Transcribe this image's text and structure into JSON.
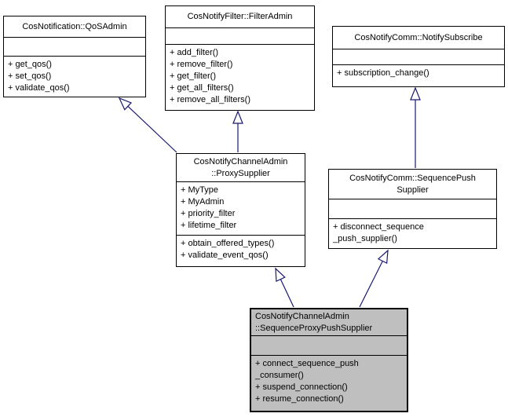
{
  "colors": {
    "background": "#ffffff",
    "box_border": "#000000",
    "box_fill": "#ffffff",
    "highlight_fill": "#bfbfbf",
    "arrow": "#191970",
    "text": "#000000"
  },
  "classes": [
    {
      "id": "qos-admin",
      "title_lines": [
        "CosNotification::QoSAdmin"
      ],
      "attributes": [],
      "methods": [
        "+ get_qos()",
        "+ set_qos()",
        "+ validate_qos()"
      ]
    },
    {
      "id": "filter-admin",
      "title_lines": [
        "CosNotifyFilter::FilterAdmin"
      ],
      "attributes": [],
      "methods": [
        "+ add_filter()",
        "+ remove_filter()",
        "+ get_filter()",
        "+ get_all_filters()",
        "+ remove_all_filters()"
      ]
    },
    {
      "id": "notify-subscribe",
      "title_lines": [
        "CosNotifyComm::NotifySubscribe"
      ],
      "attributes": [],
      "methods": [
        "+ subscription_change()"
      ]
    },
    {
      "id": "proxy-supplier",
      "title_lines": [
        "CosNotifyChannelAdmin",
        "::ProxySupplier"
      ],
      "attributes": [
        "+ MyType",
        "+ MyAdmin",
        "+ priority_filter",
        "+ lifetime_filter"
      ],
      "methods": [
        "+ obtain_offered_types()",
        "+ validate_event_qos()"
      ]
    },
    {
      "id": "sequence-push-supplier",
      "title_lines": [
        "CosNotifyComm::SequencePush",
        "Supplier"
      ],
      "attributes": [],
      "methods": [
        "+ disconnect_sequence",
        "_push_supplier()"
      ]
    },
    {
      "id": "sequence-proxy-push-supplier",
      "title_lines": [
        "CosNotifyChannelAdmin",
        "::SequenceProxyPushSupplier"
      ],
      "attributes": [],
      "methods": [
        "+ connect_sequence_push",
        "_consumer()",
        "+ suspend_connection()",
        "+ resume_connection()"
      ]
    }
  ],
  "relations": [
    {
      "type": "public-inheritance",
      "from": "CosNotifyChannelAdmin::ProxySupplier",
      "to": "CosNotification::QoSAdmin"
    },
    {
      "type": "public-inheritance",
      "from": "CosNotifyChannelAdmin::ProxySupplier",
      "to": "CosNotifyFilter::FilterAdmin"
    },
    {
      "type": "public-inheritance",
      "from": "CosNotifyComm::SequencePushSupplier",
      "to": "CosNotifyComm::NotifySubscribe"
    },
    {
      "type": "public-inheritance",
      "from": "CosNotifyChannelAdmin::SequenceProxyPushSupplier",
      "to": "CosNotifyChannelAdmin::ProxySupplier"
    },
    {
      "type": "public-inheritance",
      "from": "CosNotifyChannelAdmin::SequenceProxyPushSupplier",
      "to": "CosNotifyComm::SequencePushSupplier"
    }
  ]
}
